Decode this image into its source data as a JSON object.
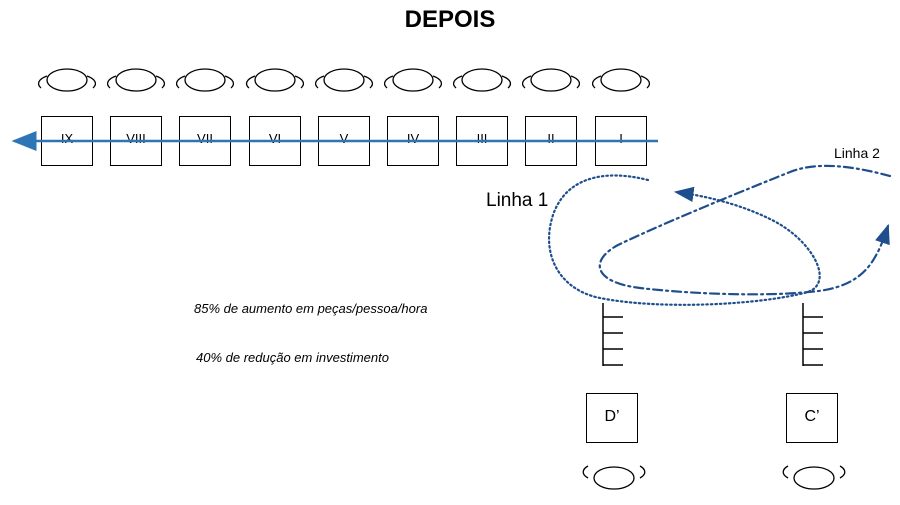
{
  "title": "DEPOIS",
  "top_stations": [
    {
      "label": "IX"
    },
    {
      "label": "VIII"
    },
    {
      "label": "VII"
    },
    {
      "label": "VI"
    },
    {
      "label": "V"
    },
    {
      "label": "IV"
    },
    {
      "label": "III"
    },
    {
      "label": "II"
    },
    {
      "label": "I"
    }
  ],
  "bottom_stations": [
    {
      "label": "D’"
    },
    {
      "label": "C’"
    }
  ],
  "lines": {
    "line1": "Linha 1",
    "line2": "Linha 2"
  },
  "stats": {
    "productivity": "85% de aumento em peças/pessoa/hora",
    "investment": "40% de redução em investimento"
  },
  "colors": {
    "flow_line": "#2e75b6",
    "loop_line": "#1f4e8c",
    "outline": "#000000"
  }
}
